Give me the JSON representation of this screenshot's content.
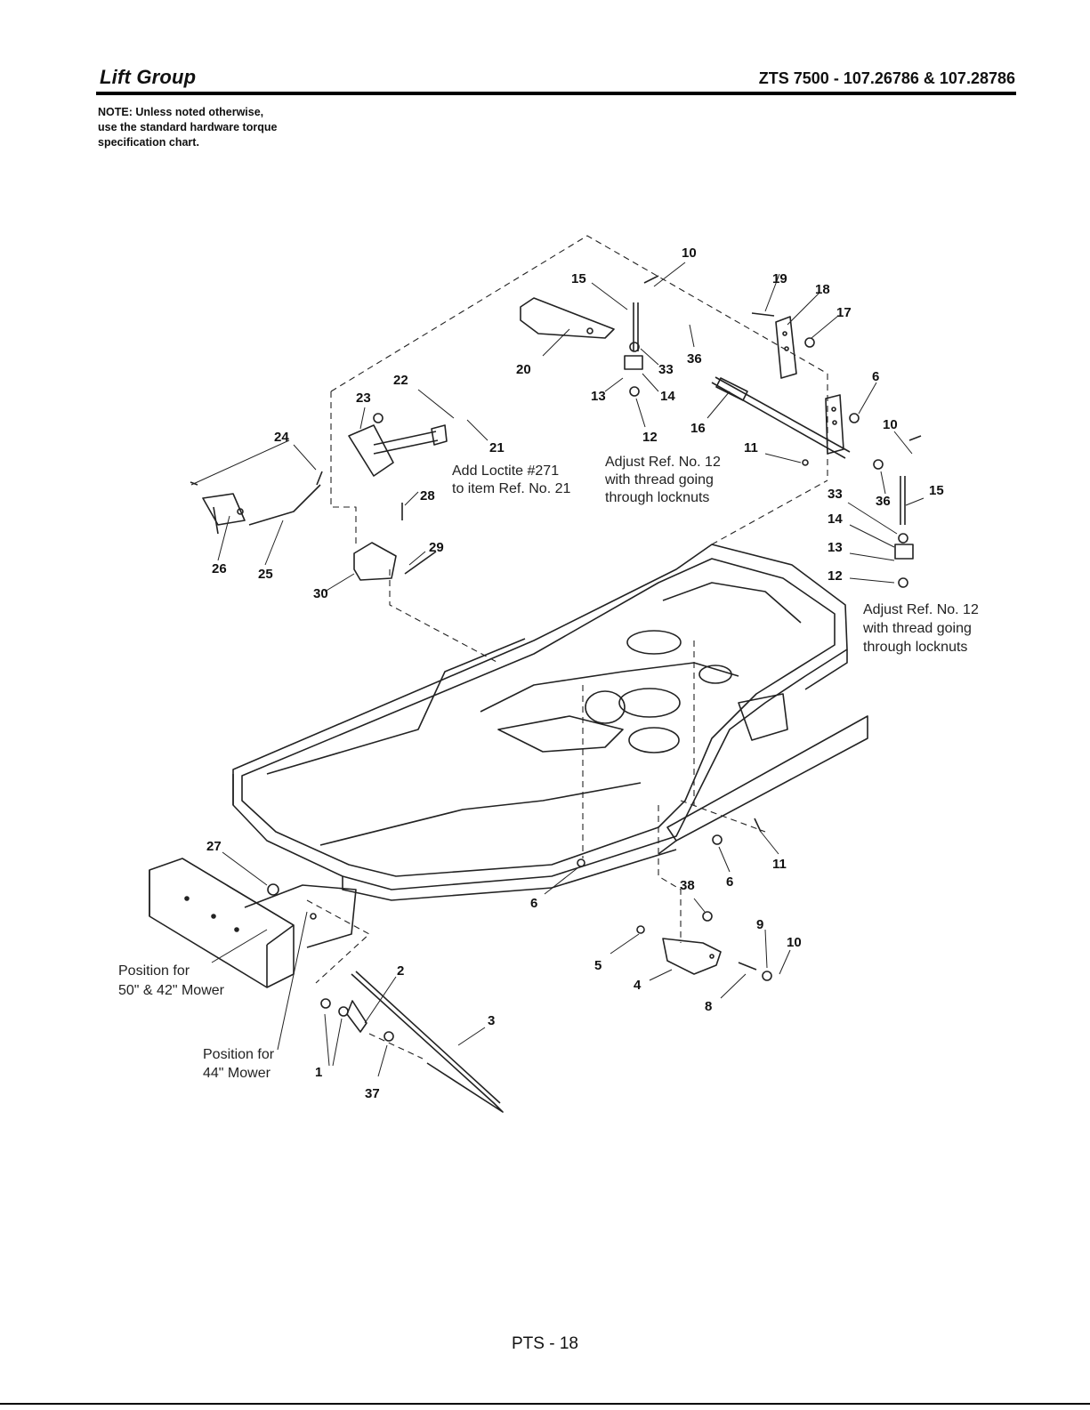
{
  "header": {
    "title": "Lift Group",
    "model": "ZTS 7500 - 107.26786 & 107.28786"
  },
  "note": {
    "lines": [
      "NOTE: Unless noted otherwise,",
      "use the standard hardware torque",
      "specification chart."
    ]
  },
  "annotations": {
    "loctite": [
      "Add Loctite #271",
      "to item Ref. No. 21"
    ],
    "adjust_top": [
      "Adjust Ref. No. 12",
      "with thread going",
      "through locknuts"
    ],
    "adjust_right": [
      "Adjust Ref. No. 12",
      "with thread going",
      "through locknuts"
    ],
    "position_50_42": [
      "Position for",
      "50\" & 42\" Mower"
    ],
    "position_44": [
      "Position for",
      "44\" Mower"
    ]
  },
  "callouts": {
    "c10a": "10",
    "c15a": "15",
    "c19": "19",
    "c18": "18",
    "c17": "17",
    "c20": "20",
    "c33a": "33",
    "c36a": "36",
    "c13a": "13",
    "c14a": "14",
    "c12a": "12",
    "c16": "16",
    "c6a": "6",
    "c10b": "10",
    "c11a": "11",
    "c22": "22",
    "c23": "23",
    "c21": "21",
    "c24": "24",
    "c28": "28",
    "c29": "29",
    "c26": "26",
    "c25": "25",
    "c30": "30",
    "c33b": "33",
    "c36b": "36",
    "c15b": "15",
    "c14b": "14",
    "c13b": "13",
    "c12b": "12",
    "c27": "27",
    "c6b": "6",
    "c11b": "11",
    "c6c": "6",
    "c38": "38",
    "c9": "9",
    "c10c": "10",
    "c5": "5",
    "c4": "4",
    "c8": "8",
    "c2": "2",
    "c3": "3",
    "c1": "1",
    "c37": "37"
  },
  "footer": {
    "page": "PTS - 18"
  }
}
